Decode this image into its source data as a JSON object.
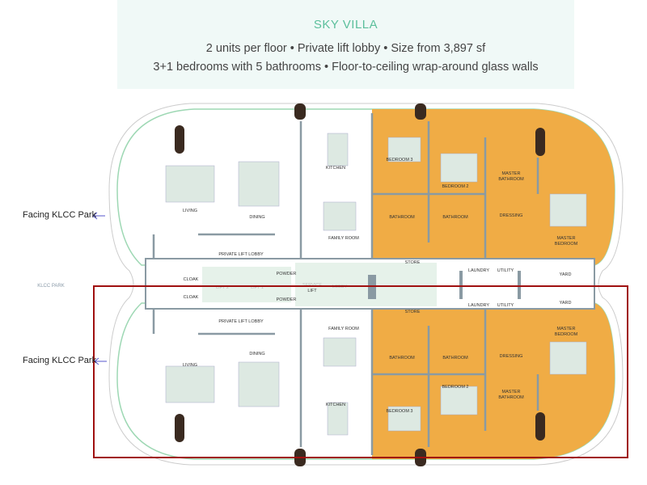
{
  "header": {
    "title": "SKY VILLA",
    "line1": "2 units per floor • Private lift lobby • Size from 3,897 sf",
    "line2": "3+1 bedrooms with 5 bathrooms • Floor-to-ceiling wrap-around glass walls"
  },
  "annotations": {
    "facing_top": "Facing KLCC Park",
    "facing_bottom": "Facing KLCC Park",
    "park": "KLCC PARK"
  },
  "upper_unit": {
    "living": "LIVING",
    "dining": "DINING",
    "kitchen": "KITCHEN",
    "family_room": "FAMILY ROOM",
    "bedroom3": "BEDROOM 3",
    "bedroom2": "BEDROOM 2",
    "master_bathroom_1": "MASTER",
    "master_bathroom_2": "BATHROOM",
    "bathroom_a": "BATHROOM",
    "bathroom_b": "BATHROOM",
    "dressing": "DRESSING",
    "master_bedroom_1": "MASTER",
    "master_bedroom_2": "BEDROOM",
    "lift_lobby": "PRIVATE LIFT LOBBY",
    "cloak": "CLOAK",
    "powder": "POWDER",
    "store": "STORE",
    "laundry": "LAUNDRY",
    "utility": "UTILITY",
    "yard": "YARD"
  },
  "core": {
    "lift2": "LIFT 2",
    "lift1": "LIFT 1",
    "service_lift_1": "SERVICE",
    "service_lift_2": "LIFT",
    "lobby": "LOBBY"
  },
  "lower_unit": {
    "living": "LIVING",
    "dining": "DINING",
    "kitchen": "KITCHEN",
    "family_room": "FAMILY ROOM",
    "bedroom3": "BEDROOM 3",
    "bedroom2": "BEDROOM 2",
    "master_bathroom_1": "MASTER",
    "master_bathroom_2": "BATHROOM",
    "bathroom_a": "BATHROOM",
    "bathroom_b": "BATHROOM",
    "dressing": "DRESSING",
    "master_bedroom_1": "MASTER",
    "master_bedroom_2": "BEDROOM",
    "lift_lobby": "PRIVATE LIFT LOBBY",
    "cloak": "CLOAK",
    "powder": "POWDER",
    "store": "STORE",
    "laundry": "LAUNDRY",
    "utility": "UTILITY",
    "yard": "YARD"
  },
  "colors": {
    "accent": "#5cbf9c",
    "bedroom_fill": "#f0ac45",
    "highlight": "#a01010",
    "arrow": "#5555cc"
  }
}
